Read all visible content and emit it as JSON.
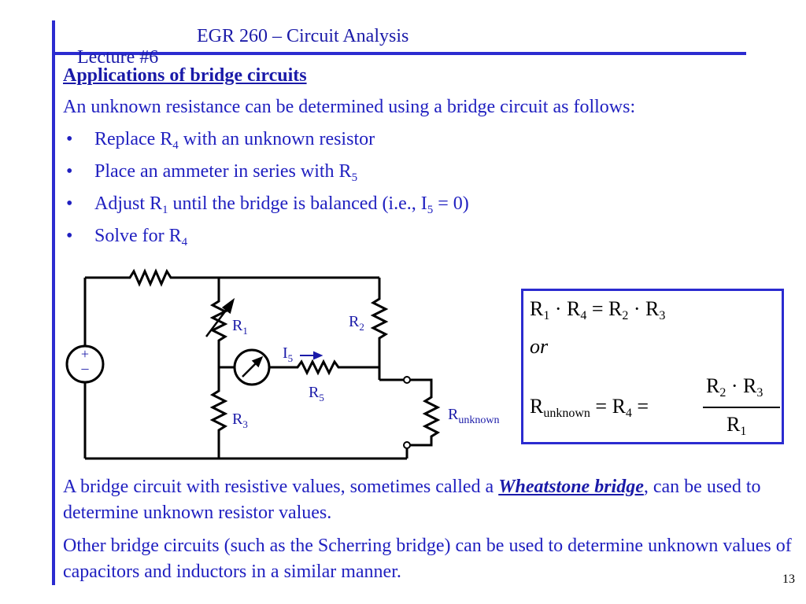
{
  "header": {
    "lecture": "Lecture #6",
    "course": "EGR 260 – Circuit Analysis"
  },
  "subtitle": "Applications of bridge circuits",
  "intro": "An unknown resistance can be determined using a bridge circuit as follows:",
  "bullets": [
    {
      "pre": "Replace R",
      "sub": "4",
      "post": " with an unknown resistor"
    },
    {
      "pre": "Place an ammeter in series with R",
      "sub": "5",
      "post": ""
    },
    {
      "pre": "Adjust R",
      "sub": "1",
      "post": " until the bridge is balanced (i.e., I",
      "sub2": "5",
      "post2": " = 0)"
    },
    {
      "pre": "Solve for R",
      "sub": "4",
      "post": ""
    }
  ],
  "bullet_char": "•",
  "circuit": {
    "source_plus": "+",
    "source_minus": "–",
    "r1": "R",
    "r1_sub": "1",
    "r2": "R",
    "r2_sub": "2",
    "r3": "R",
    "r3_sub": "3",
    "r5": "R",
    "r5_sub": "5",
    "i5": "I",
    "i5_sub": "5",
    "runknown": "R",
    "runknown_sub": "unknown"
  },
  "equation": {
    "line1": {
      "a": "R",
      "a_sub": "1",
      "dot1": "·",
      "b": "R",
      "b_sub": "4",
      "eq": "=",
      "c": "R",
      "c_sub": "2",
      "dot2": "·",
      "d": "R",
      "d_sub": "3"
    },
    "or": "or",
    "line2": {
      "lhs": "R",
      "lhs_sub": "unknown",
      "eq1": "=",
      "mid": "R",
      "mid_sub": "4",
      "eq2": "=",
      "num_a": "R",
      "num_a_sub": "2",
      "num_dot": "·",
      "num_b": "R",
      "num_b_sub": "3",
      "den": "R",
      "den_sub": "1"
    }
  },
  "para1": {
    "pre": "A bridge circuit with resistive values, sometimes called a ",
    "link": "Wheatstone bridge",
    "post": ", can be used to determine unknown resistor values."
  },
  "para2": "Other bridge circuits (such as the Scherring bridge) can be used to determine unknown values of capacitors and inductors in a similar manner.",
  "page_number": "13",
  "colors": {
    "accent": "#2b2bd0",
    "text": "#2020c0",
    "circuit": "#000000"
  }
}
